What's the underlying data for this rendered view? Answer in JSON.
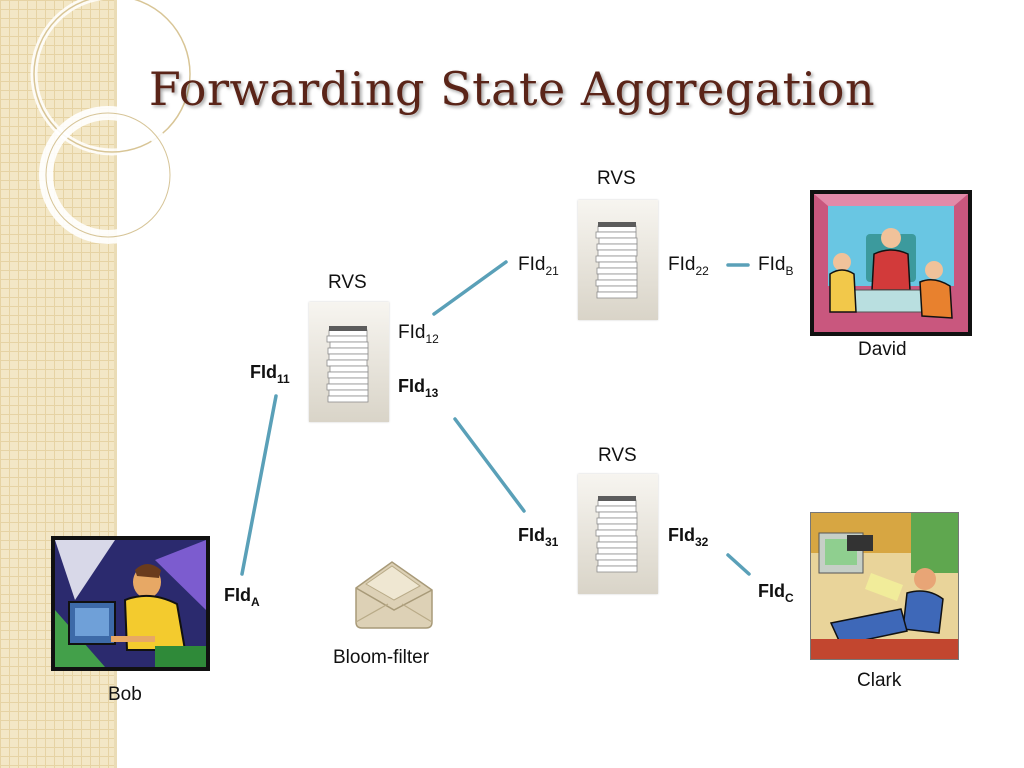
{
  "title": "Forwarding State Aggregation",
  "rvs_label": "RVS",
  "nodes": {
    "rvs1": {
      "fid_in": "FId",
      "fid_in_sub": "11",
      "fid_out1": "FId",
      "fid_out1_sub": "12",
      "fid_out2": "FId",
      "fid_out2_sub": "13"
    },
    "rvs2": {
      "fid_in": "FId",
      "fid_in_sub": "21",
      "fid_out": "FId",
      "fid_out_sub": "22"
    },
    "rvs3": {
      "fid_in": "FId",
      "fid_in_sub": "31",
      "fid_out": "FId",
      "fid_out_sub": "32"
    }
  },
  "endpoints": {
    "bob": {
      "name": "Bob",
      "fid": "FId",
      "fid_sub": "A"
    },
    "david": {
      "name": "David",
      "fid": "FId",
      "fid_sub": "B"
    },
    "clark": {
      "name": "Clark",
      "fid": "FId",
      "fid_sub": "C"
    }
  },
  "bloom_filter_label": "Bloom-filter",
  "colors": {
    "title": "#5a2418",
    "link": "#5aa0b8",
    "background_strip": "#f3e7c6"
  }
}
